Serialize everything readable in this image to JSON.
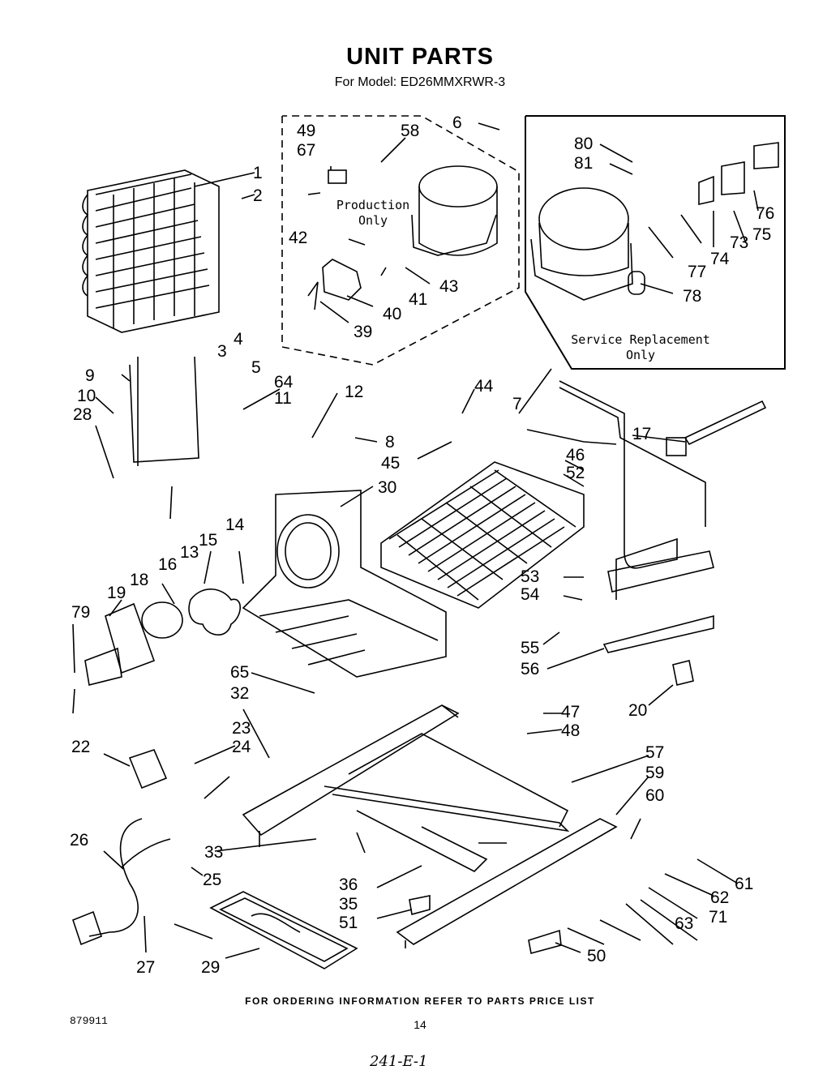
{
  "page": {
    "title": "UNIT PARTS",
    "model": "For Model: ED26MMXRWR-3",
    "production_label": "Production Only",
    "service_label": "Service Replacement Only",
    "footer": "FOR ORDERING INFORMATION REFER TO PARTS PRICE LIST",
    "doc_code": "879911",
    "page_number": "14",
    "handwritten_note": "241-E-1"
  },
  "callouts": [
    "1",
    "2",
    "3",
    "4",
    "5",
    "6",
    "7",
    "8",
    "9",
    "10",
    "11",
    "12",
    "13",
    "14",
    "15",
    "16",
    "17",
    "18",
    "19",
    "20",
    "22",
    "23",
    "24",
    "25",
    "26",
    "27",
    "28",
    "29",
    "30",
    "32",
    "33",
    "35",
    "36",
    "39",
    "40",
    "41",
    "42",
    "43",
    "44",
    "45",
    "46",
    "47",
    "48",
    "49",
    "50",
    "51",
    "52",
    "53",
    "54",
    "55",
    "56",
    "57",
    "58",
    "59",
    "60",
    "61",
    "62",
    "63",
    "64",
    "65",
    "67",
    "71",
    "73",
    "74",
    "75",
    "76",
    "77",
    "78",
    "79",
    "80",
    "81"
  ]
}
